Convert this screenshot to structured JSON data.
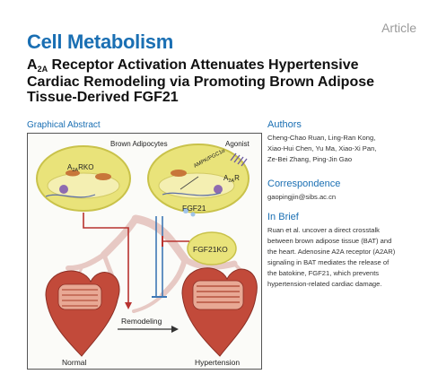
{
  "header": {
    "journal": "Cell Metabolism",
    "tag": "Article"
  },
  "article": {
    "title_line1_pre": "A",
    "title_line1_sub": "2A",
    "title_line1_post": " Receptor Activation Attenuates Hypertensive",
    "title_line2": "Cardiac Remodeling via Promoting Brown Adipose",
    "title_line3": "Tissue-Derived FGF21"
  },
  "graphical_abstract": {
    "heading": "Graphical Abstract",
    "labels": {
      "brown_adipocytes": "Brown Adipocytes",
      "agonist": "Agonist",
      "a2a_ko_pre": "A",
      "a2a_ko_sub": "2A",
      "a2a_ko_post": "RKO",
      "pathway": "AMPK/PGC1α",
      "a2ar_pre": "A",
      "a2ar_sub": "2A",
      "a2ar_post": "R",
      "fgf21": "FGF21",
      "fgf21ko": "FGF21KO",
      "remodeling": "Remodeling",
      "normal": "Normal",
      "hypertension": "Hypertension"
    }
  },
  "sidebar": {
    "authors_heading": "Authors",
    "authors_line1": "Cheng-Chao Ruan, Ling-Ran Kong,",
    "authors_line2": "Xiao-Hui Chen, Yu Ma, Xiao-Xi Pan,",
    "authors_line3": "Ze-Bei Zhang, Ping-Jin Gao",
    "correspondence_heading": "Correspondence",
    "email": "gaopingjin@sibs.ac.cn",
    "brief_heading": "In Brief",
    "brief_line1": "Ruan et al. uncover a direct crosstalk",
    "brief_line2": "between brown adipose tissue (BAT) and",
    "brief_line3": "the heart. Adenosine A2A receptor (A2AR)",
    "brief_line4": "signaling in BAT mediates the release of",
    "brief_line5": "the batokine, FGF21, which prevents",
    "brief_line6": "hypertension-related cardiac damage."
  },
  "colors": {
    "brand_blue": "#1a6fb3",
    "adipocyte_fill": "#e9e37a",
    "adipocyte_stroke": "#c9c24a",
    "arrow_red": "#b8322f",
    "arrow_blue": "#3f78b5",
    "vessel": "#e7c9c4",
    "heart": "#c24a3a"
  }
}
